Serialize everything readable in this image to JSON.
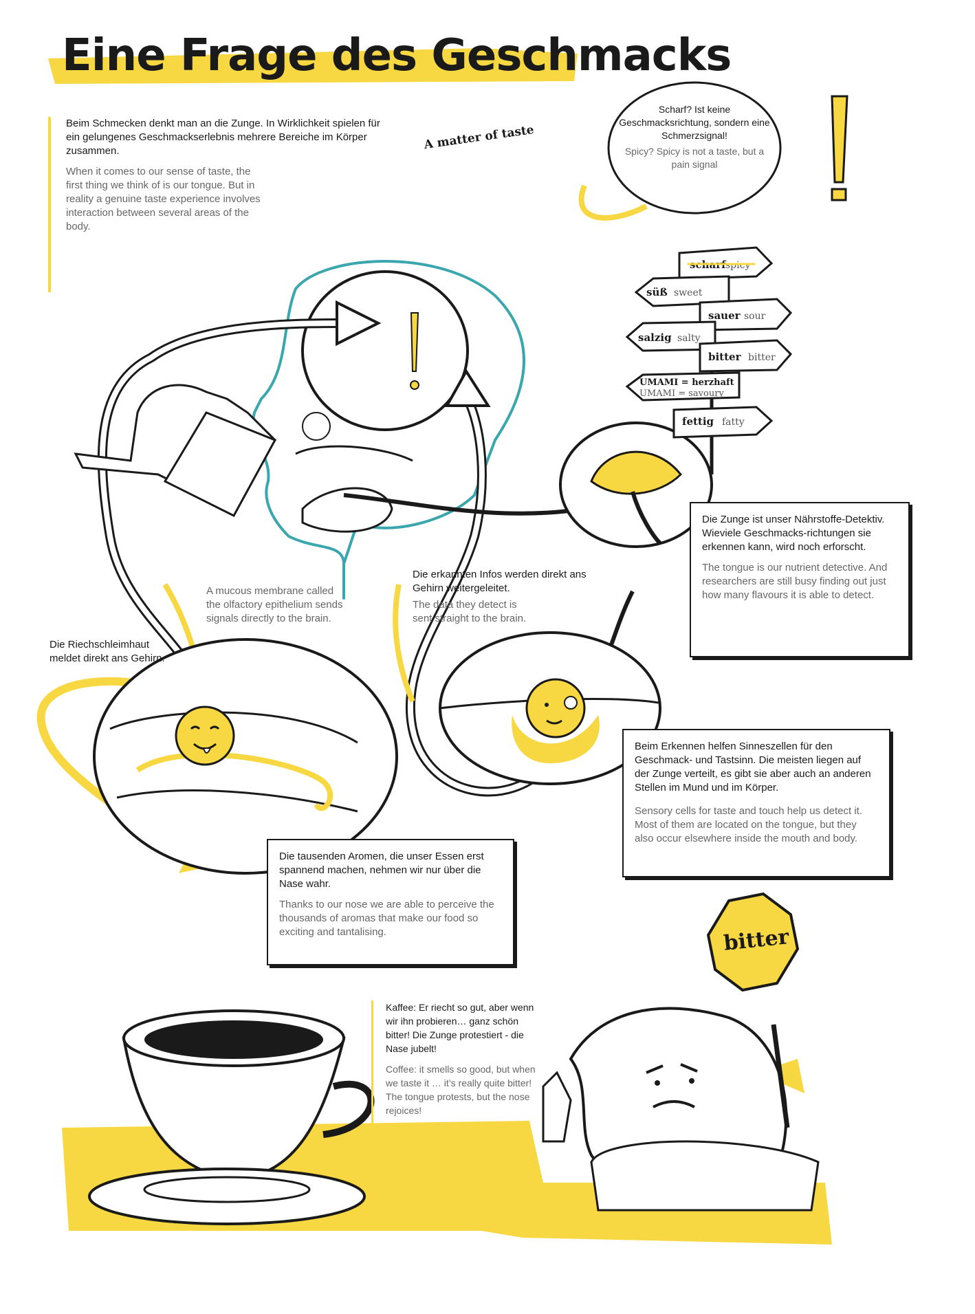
{
  "title": "Eine Frage des Geschmacks",
  "subtitle": "A matter of taste",
  "intro": {
    "de": "Beim Schmecken denkt man an die Zunge. In Wirklichkeit spielen für ein gelungenes Geschmackserlebnis mehrere Bereiche im Körper zusammen.",
    "en": "When it comes to our sense of taste, the first thing we think of is our tongue. But in reality a genuine taste experience involves interaction between several areas of the body."
  },
  "speech_bubble": {
    "de": "Scharf? Ist keine Geschmacksrichtung, sondern eine Schmerzsignal!",
    "en": "Spicy? Spicy is not a taste, but a pain signal"
  },
  "signpost": {
    "items": [
      {
        "de": "scharf",
        "en": "spicy"
      },
      {
        "de": "süß",
        "en": "sweet"
      },
      {
        "de": "sauer",
        "en": "sour"
      },
      {
        "de": "salzig",
        "en": "salty"
      },
      {
        "de": "bitter",
        "en": "bitter"
      },
      {
        "de": "UMAMI = herzhaft",
        "en": "UMAMI = savoury"
      },
      {
        "de": "fettig",
        "en": "fatty"
      }
    ]
  },
  "tongue_box": {
    "de": "Die Zunge ist unser Nährstoffe-Detektiv. Wieviele Geschmacks-richtungen sie erkennen kann, wird noch erforscht.",
    "en": "The tongue is our nutrient detective. And researchers are still busy finding out just how many flavours it is able to detect."
  },
  "olfactory_note": {
    "en": "A mucous membrane called the olfactory epithelium sends signals directly to the brain.",
    "de": "Die Riechschleimhaut meldet direkt ans Gehirn."
  },
  "data_note": {
    "de": "Die erkannten Infos werden direkt ans Gehirn weitergeleitet.",
    "en": "The data they detect is sent straight to the brain."
  },
  "sensory_box": {
    "de": "Beim Erkennen helfen Sinneszellen für den Geschmack- und Tastsinn. Die meisten liegen auf der Zunge verteilt, es gibt sie aber auch an anderen Stellen im Mund und im Körper.",
    "en": "Sensory cells for taste and touch help us detect it. Most of them are located on the tongue, but they also occur elsewhere inside the mouth and body."
  },
  "aroma_box": {
    "de": "Die tausenden Aromen, die unser Essen erst spannend machen, nehmen wir nur über die Nase wahr.",
    "en": "Thanks to our nose we are able to perceive the thousands of aromas that make our food so exciting and tantalising."
  },
  "coffee_note": {
    "de": "Kaffee: Er riecht so gut, aber wenn wir ihn probieren… ganz schön bitter! Die Zunge protestiert - die Nase jubelt!",
    "en": "Coffee: it smells so good, but when we taste it … it’s really quite bitter! The tongue protests, but the nose rejoices!"
  },
  "stop_sign": "bitter",
  "colors": {
    "accent": "#f7d842",
    "teal": "#3aa6ad",
    "ink": "#1a1a1a"
  }
}
